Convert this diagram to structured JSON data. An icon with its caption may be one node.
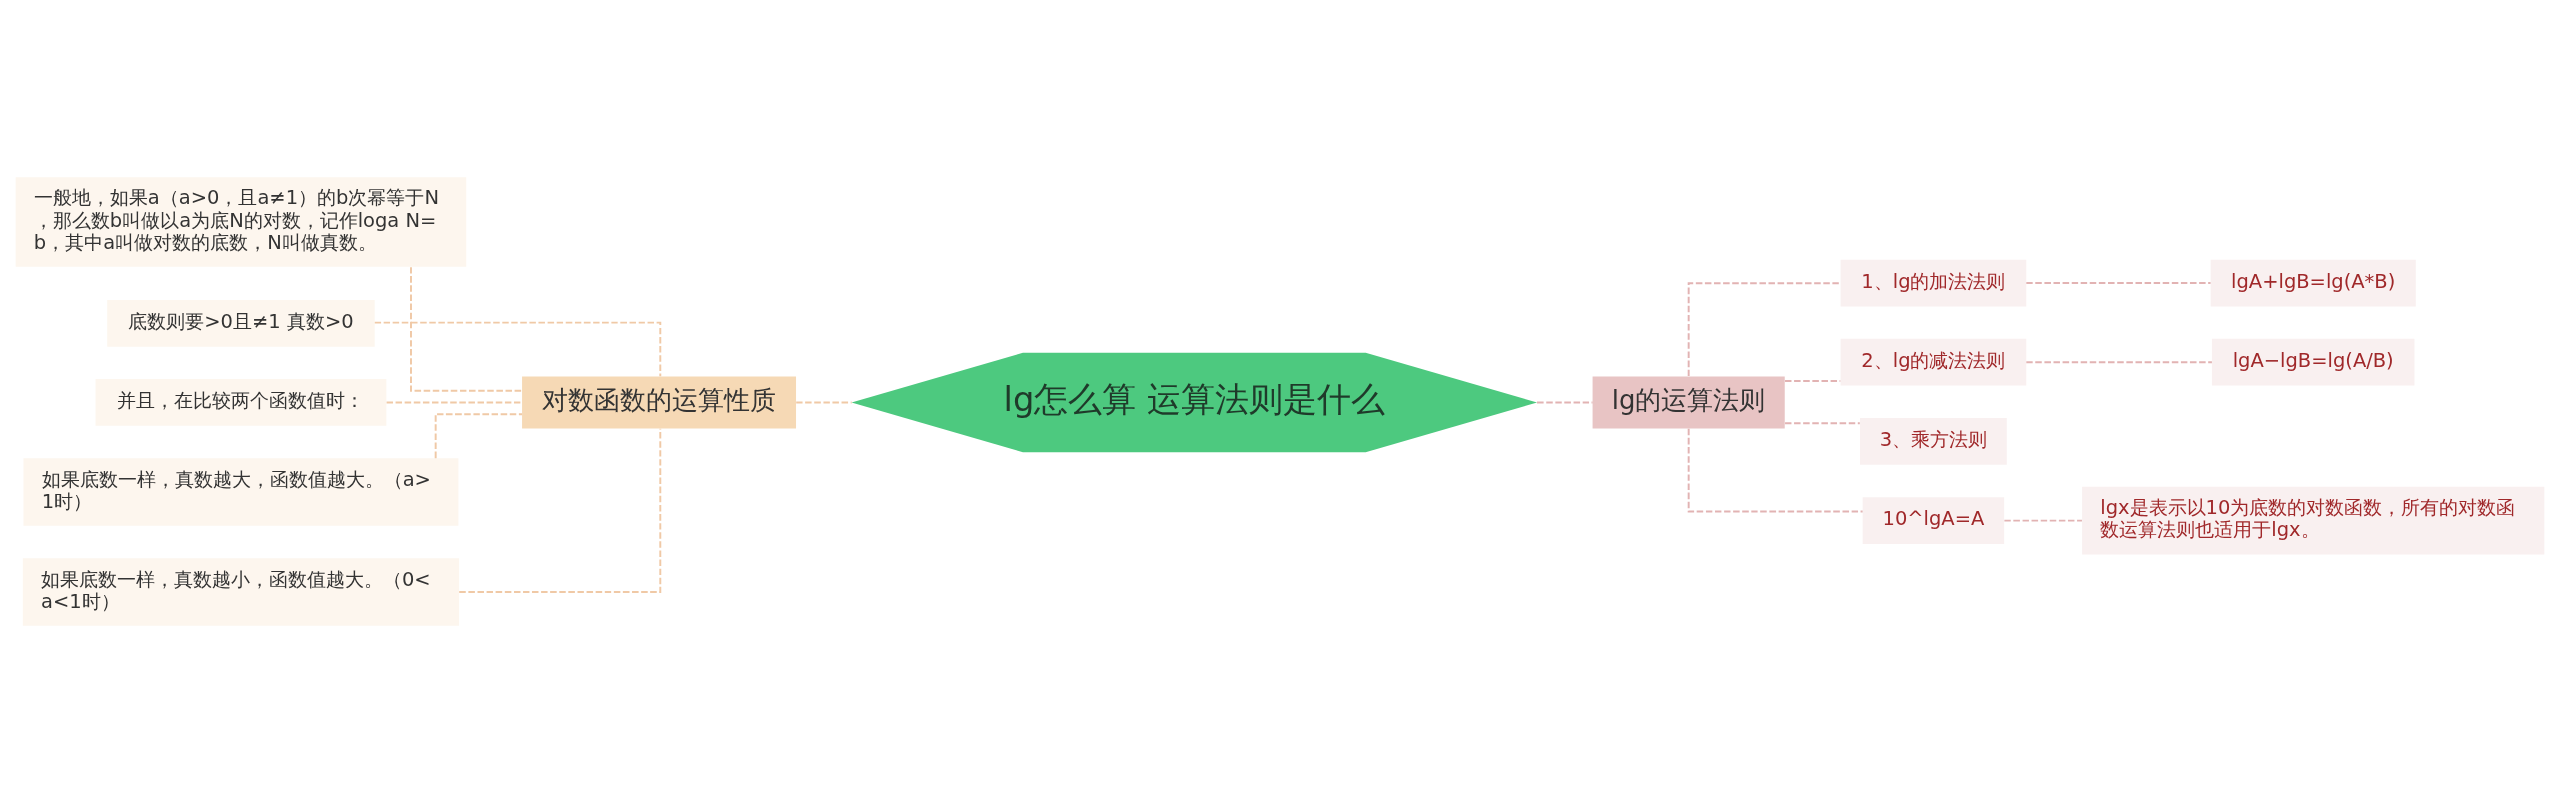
{
  "diagram": {
    "nodes": [
      {
        "text": [
          "lg怎么算 运算法则是什么"
        ]
      },
      {
        "text": [
          "对数函数的运算性质"
        ]
      },
      {
        "text": [
          "一般地，如果a（a>0，且a≠1）的b次幂等于N，那么数b叫做以a为底N的对数，记作loga N=b，其中a叫做对数的底数，N叫做真数。"
        ]
      },
      {
        "text": [
          "底数则要>0且≠1 真数>0"
        ]
      },
      {
        "text": [
          "并且，在比较两个函数值时："
        ]
      },
      {
        "text": [
          "如果底数一样，真数越大，函数值越大。（a>1时）"
        ]
      },
      {
        "text": [
          "如果底数一样，真数越小，函数值越大。（0<a<1时）"
        ]
      },
      {
        "text": [
          "lg的运算法则"
        ]
      },
      {
        "text": [
          "1、lg的加法法则"
        ]
      },
      {
        "text": [
          "lgA+lgB=lg(A*B)"
        ]
      },
      {
        "text": [
          "2、lg的减法法则"
        ]
      },
      {
        "text": [
          "lgA−lgB=lg(A/B)"
        ]
      },
      {
        "text": [
          "3、乘方法则"
        ]
      },
      {
        "text": [
          "10^lgA=A"
        ]
      },
      {
        "text": [
          "lgx是表示以10为底数的对数函数，所有的对数函数运算法则也适用于lgx。"
        ]
      }
    ],
    "edges": [
      {
        "from": 0,
        "to": 1,
        "arrow": "none",
        "style": "dashed",
        "color": "#f0c9a6"
      },
      {
        "from": 1,
        "to": 2,
        "arrow": "none",
        "style": "dashed",
        "color": "#f0c9a6"
      },
      {
        "from": 1,
        "to": 3,
        "arrow": "none",
        "style": "dashed",
        "color": "#f0c9a6"
      },
      {
        "from": 1,
        "to": 4,
        "arrow": "none",
        "style": "dashed",
        "color": "#f0c9a6"
      },
      {
        "from": 1,
        "to": 5,
        "arrow": "none",
        "style": "dashed",
        "color": "#f0c9a6"
      },
      {
        "from": 1,
        "to": 6,
        "arrow": "none",
        "style": "dashed",
        "color": "#f0c9a6"
      },
      {
        "from": 0,
        "to": 7,
        "arrow": "none",
        "style": "dashed"
      },
      {
        "from": 7,
        "to": 8,
        "arrow": "none",
        "style": "dashed"
      },
      {
        "from": 8,
        "to": 9,
        "arrow": "none",
        "style": "dashed"
      },
      {
        "from": 7,
        "to": 10,
        "arrow": "none",
        "style": "dashed"
      },
      {
        "from": 10,
        "to": 11,
        "arrow": "none",
        "style": "dashed"
      },
      {
        "from": 7,
        "to": 12,
        "arrow": "none",
        "style": "dashed"
      },
      {
        "from": 7,
        "to": 13,
        "arrow": "none",
        "style": "dashed"
      },
      {
        "from": 13,
        "to": 14,
        "arrow": "none",
        "style": "dashed"
      }
    ]
  }
}
